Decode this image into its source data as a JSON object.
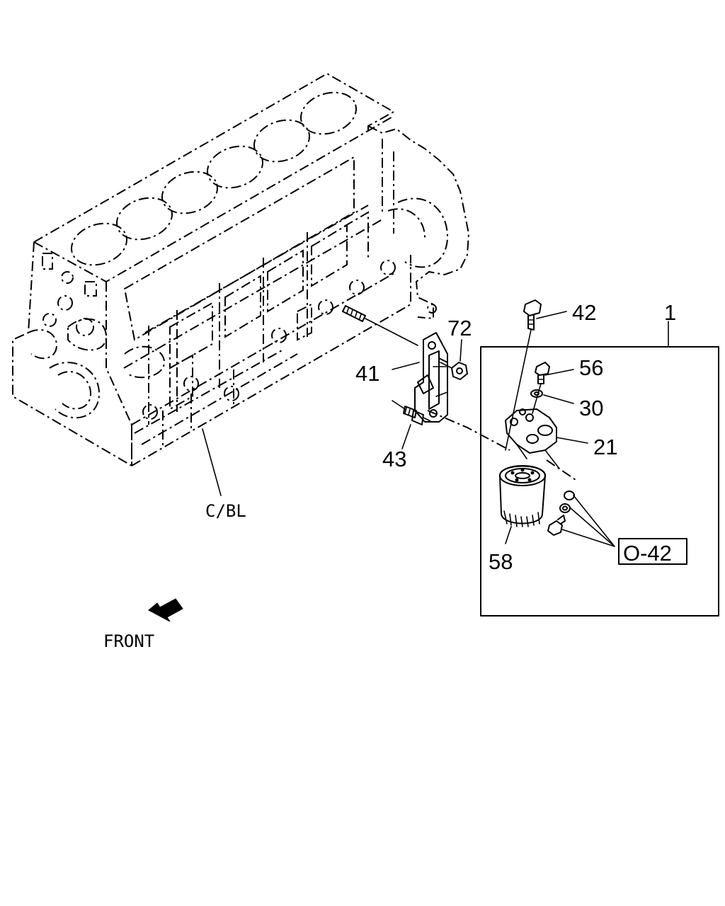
{
  "callouts": {
    "p1": "1",
    "p42": "42",
    "p72": "72",
    "p56": "56",
    "p41": "41",
    "p30": "30",
    "p21": "21",
    "p43": "43",
    "p58": "58"
  },
  "labels": {
    "block_ref": "C/BL",
    "front": "FRONT",
    "group_ref": "O-42"
  },
  "icons": {
    "front_arrow": "front-arrow-icon"
  }
}
